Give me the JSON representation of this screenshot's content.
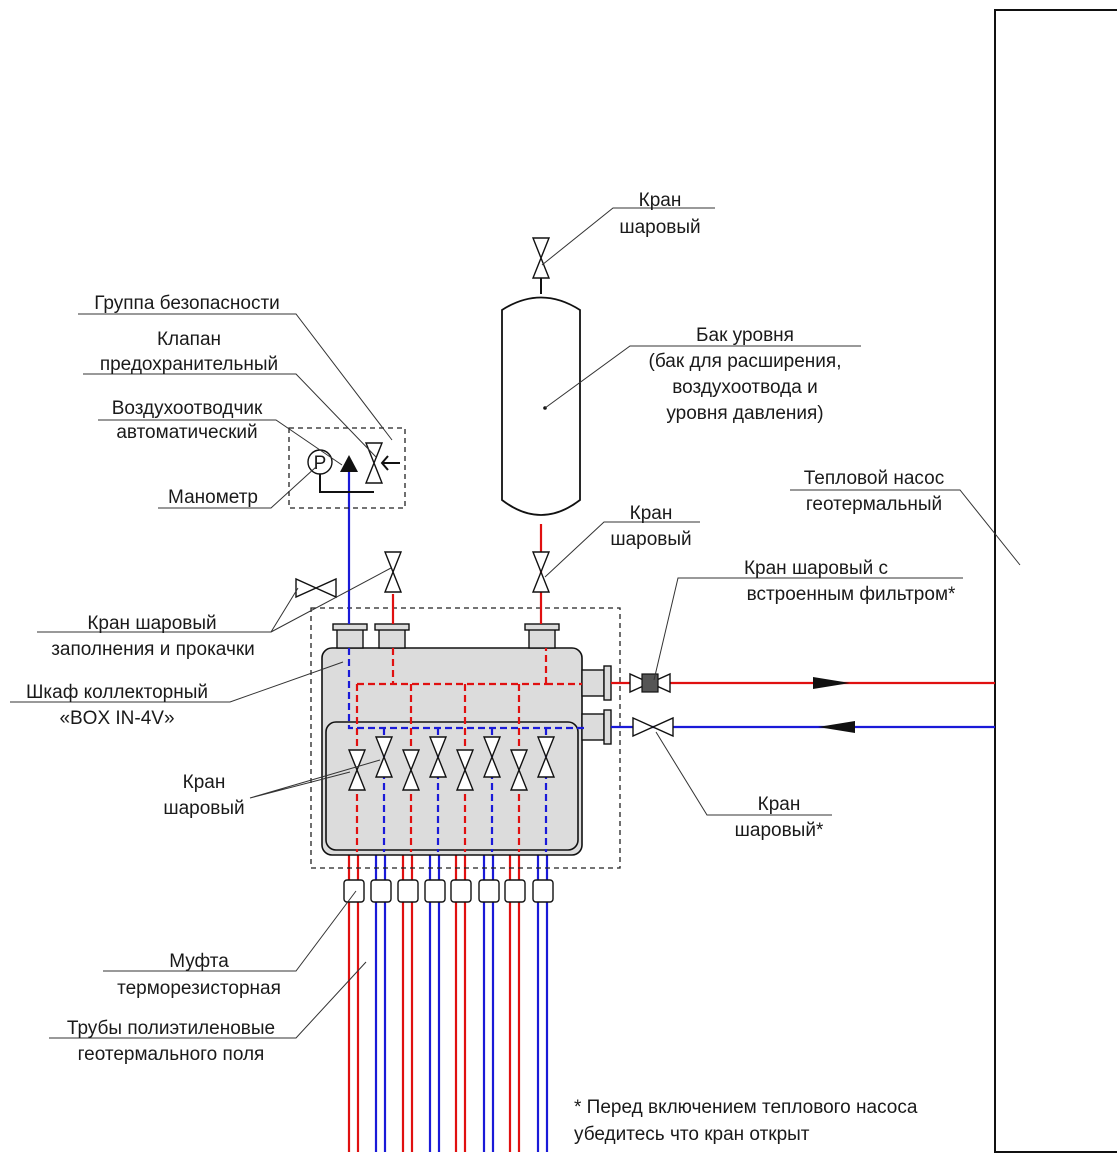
{
  "labels": {
    "top_valve_1": "Кран",
    "top_valve_2": "шаровый",
    "safety_group": "Группа безопасности",
    "relief_valve_1": "Клапан",
    "relief_valve_2": "предохранительный",
    "air_vent_1": "Воздухоотводчик",
    "air_vent_2": "автоматический",
    "manometer": "Манометр",
    "tank_1": "Бак уровня",
    "tank_2": "(бак для расширения,",
    "tank_3": "воздухоотвода и",
    "tank_4": "уровня давления)",
    "tank_valve_1": "Кран",
    "tank_valve_2": "шаровый",
    "heat_pump_1": "Тепловой насос",
    "heat_pump_2": "геотермальный",
    "filter_valve_1": "Кран шаровый с",
    "filter_valve_2": "встроенным фильтром*",
    "fill_valve_1": "Кран шаровый",
    "fill_valve_2": "заполнения и прокачки",
    "cabinet_1": "Шкаф коллекторный",
    "cabinet_2": "«BOX IN-4V»",
    "ball_valve_1": "Кран",
    "ball_valve_2": "шаровый",
    "ret_valve_1": "Кран",
    "ret_valve_2": "шаровый*",
    "coupling_1": "Муфта",
    "coupling_2": "терморезисторная",
    "pipes_1": "Трубы полиэтиленовые",
    "pipes_2": "геотермального поля",
    "note_1": "* Перед включением теплового насоса",
    "note_2": "убедитесь что кран открыт",
    "manometer_symbol": "P"
  },
  "colors": {
    "supply": "#e01010",
    "return": "#1a1ad8",
    "cabinet_fill": "#dcdcdc"
  }
}
